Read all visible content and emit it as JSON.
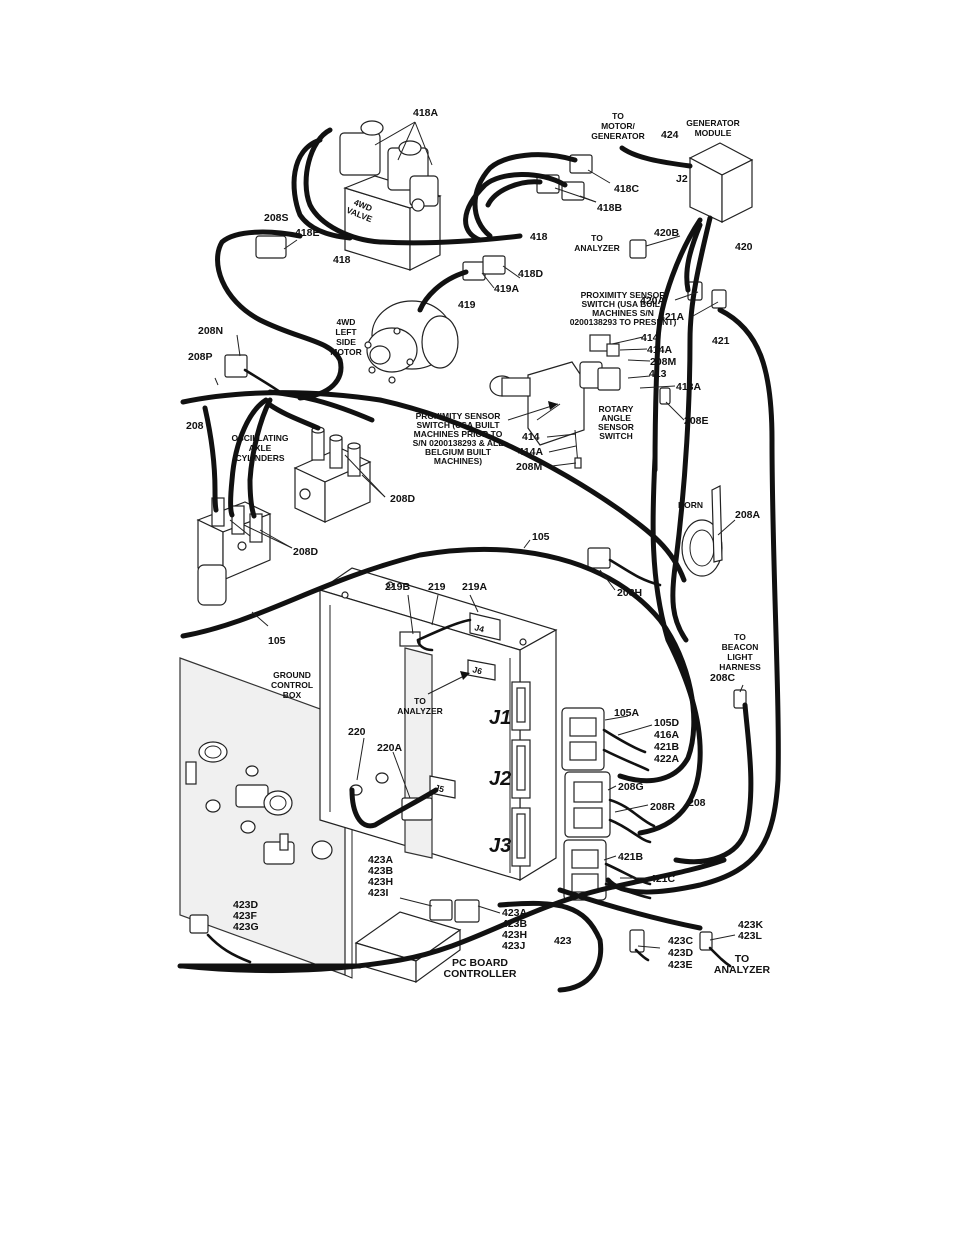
{
  "labels": {
    "l418A": "418A",
    "to_motor": [
      "TO",
      "MOTOR/",
      "GENERATOR"
    ],
    "l424": "424",
    "gen_module": [
      "GENERATOR",
      "MODULE"
    ],
    "j2_gen": "J2",
    "l418C": "418C",
    "l418B": "418B",
    "l208S": "208S",
    "l418E": "418E",
    "valve": [
      "4WD",
      "VALVE"
    ],
    "l418": "418",
    "l418_b": "418",
    "to_analyzer_1": [
      "TO",
      "ANALYZER"
    ],
    "l420B": "420B",
    "l420": "420",
    "l418D": "418D",
    "l419A": "419A",
    "l419": "419",
    "prox_new": [
      "PROXIMITY SENSOR",
      "SWITCH (USA BUILT",
      "MACHINES S/N",
      "0200138293 TO PRESENT)"
    ],
    "l420A": "420A",
    "l421A": "421A",
    "l421": "421",
    "motor": [
      "4WD",
      "LEFT",
      "SIDE",
      "MOTOR"
    ],
    "l208N": "208N",
    "l208P": "208P",
    "l414": "414",
    "l414A": "414A",
    "l208M": "208M",
    "l413": "413",
    "l413A": "413A",
    "l208": "208",
    "prox_old": [
      "PROXIMITY SENSOR",
      "SWITCH (USA BUILT",
      "MACHINES PRIOR TO",
      "S/N 0200138293 & ALL",
      "BELGIUM BUILT",
      "MACHINES)"
    ],
    "rotary": [
      "ROTARY",
      "ANGLE",
      "SENSOR",
      "SWITCH"
    ],
    "l208E": "208E",
    "l414_b": "414",
    "l414A_b": "414A",
    "l208M_b": "208M",
    "oscillating": [
      "OSCILLATING",
      "AXLE",
      "CYLINDERS"
    ],
    "l208D": "208D",
    "l208D_b": "208D",
    "horn": "HORN",
    "l208A": "208A",
    "l105": "105",
    "l208H": "208H",
    "l219B": "219B",
    "l219": "219",
    "l219A": "219A",
    "j4": "J4",
    "j6": "J6",
    "to_analyzer_2": [
      "TO",
      "ANALYZER"
    ],
    "l105_b": "105",
    "to_beacon": [
      "TO",
      "BEACON",
      "LIGHT",
      "HARNESS"
    ],
    "l208C": "208C",
    "ground_box": [
      "GROUND",
      "CONTROL",
      "BOX"
    ],
    "j1": "J1",
    "l105A": "105A",
    "stack_105D": [
      "105D",
      "416A",
      "421B",
      "422A"
    ],
    "l220": "220",
    "l220A": "220A",
    "j2": "J2",
    "j5": "J5",
    "l208G": "208G",
    "l208R": "208R",
    "l208_b": "208",
    "j3": "J3",
    "l421B": "421B",
    "l421C": "421C",
    "stack_423A_l": [
      "423A",
      "423B",
      "423H",
      "423I"
    ],
    "stack_423D": [
      "423D",
      "423F",
      "423G"
    ],
    "stack_423A_r": [
      "423A",
      "423B",
      "423H",
      "423J"
    ],
    "l423": "423",
    "pc_board": [
      "PC BOARD",
      "CONTROLLER"
    ],
    "stack_423C": [
      "423C",
      "423D",
      "423E"
    ],
    "stack_423K": [
      "423K",
      "423L"
    ],
    "to_analyzer_3": [
      "TO",
      "ANALYZER"
    ]
  }
}
